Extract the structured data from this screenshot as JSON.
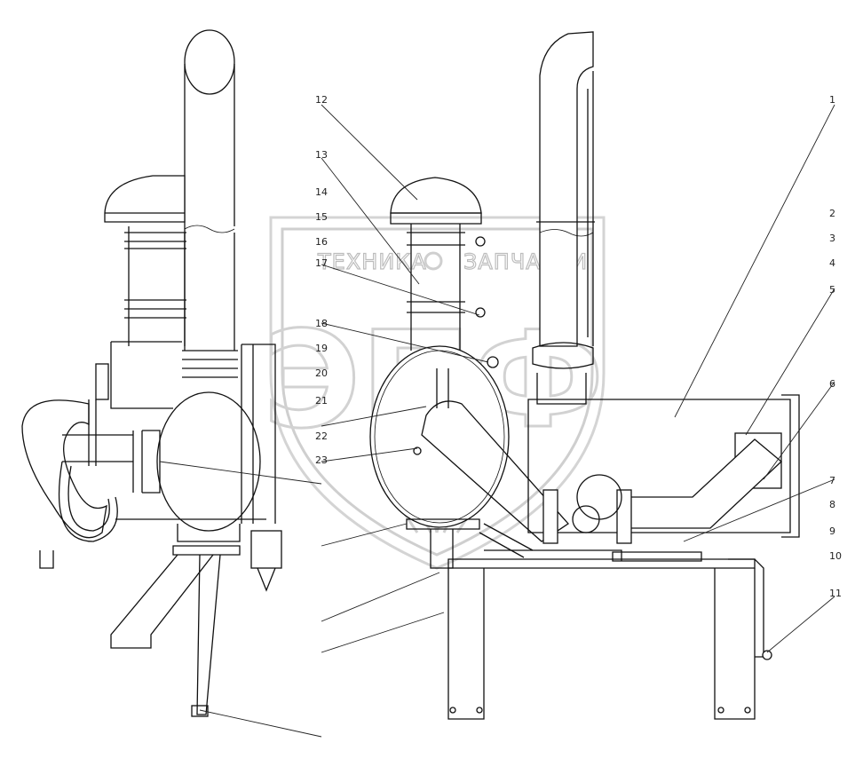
{
  "watermark": {
    "left_word": "ТЕХНИКА",
    "right_word": "ЗАПЧАСТИ",
    "monogram": "ЭПФ"
  },
  "callouts": {
    "c12": "12",
    "c13": "13",
    "c1": "1",
    "c2": "2",
    "c3": "3",
    "c4": "4",
    "c5": "5",
    "c6": "6",
    "c7": "7",
    "c8": "8",
    "c9": "9",
    "c10": "10",
    "c11": "11",
    "c14": "14",
    "c15": "15",
    "c16": "16",
    "c17": "17",
    "c18": "18",
    "c19": "19",
    "c20": "20",
    "c21": "21",
    "c22": "22",
    "c23": "23"
  }
}
